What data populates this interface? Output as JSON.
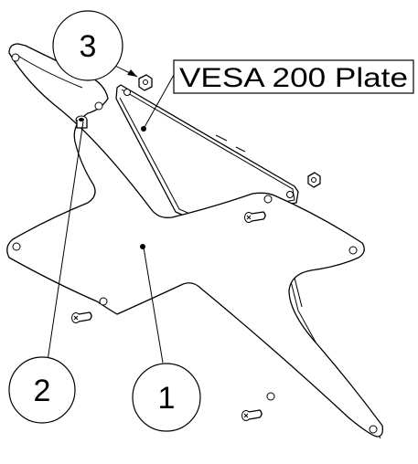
{
  "callouts": {
    "item1": "1",
    "item2": "2",
    "item3": "3"
  },
  "plate_label": "VESA 200 Plate",
  "colors": {
    "line": "#000000",
    "background": "#ffffff"
  }
}
